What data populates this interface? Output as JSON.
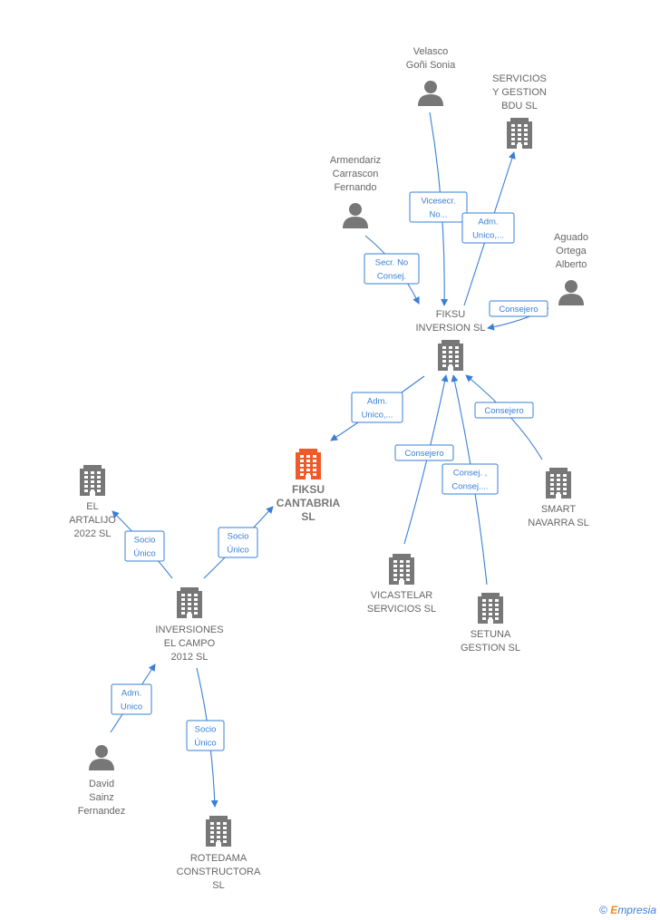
{
  "nodes": [
    {
      "id": "velasco",
      "type": "person",
      "label": [
        "Velasco",
        "Goñi Sonia"
      ]
    },
    {
      "id": "servicios",
      "type": "company",
      "label": [
        "SERVICIOS",
        "Y GESTION",
        "BDU  SL"
      ]
    },
    {
      "id": "armendariz",
      "type": "person",
      "label": [
        "Armendariz",
        "Carrascon",
        "Fernando"
      ]
    },
    {
      "id": "aguado",
      "type": "person",
      "label": [
        "Aguado",
        "Ortega",
        "Alberto"
      ]
    },
    {
      "id": "fiksu_inv",
      "type": "company",
      "label": [
        "FIKSU",
        "INVERSION  SL"
      ]
    },
    {
      "id": "fiksu_cant",
      "type": "company",
      "focus": true,
      "label": [
        "FIKSU",
        "CANTABRIA",
        "SL"
      ]
    },
    {
      "id": "el_artalijo",
      "type": "company",
      "label": [
        "EL",
        "ARTALIJO",
        "2022  SL"
      ]
    },
    {
      "id": "smart",
      "type": "company",
      "label": [
        "SMART",
        "NAVARRA SL"
      ]
    },
    {
      "id": "vicastelar",
      "type": "company",
      "label": [
        "VICASTELAR",
        "SERVICIOS SL"
      ]
    },
    {
      "id": "setuna",
      "type": "company",
      "label": [
        "SETUNA",
        "GESTION SL"
      ]
    },
    {
      "id": "inversiones",
      "type": "company",
      "label": [
        "INVERSIONES",
        "EL CAMPO",
        "2012 SL"
      ]
    },
    {
      "id": "david",
      "type": "person",
      "label": [
        "David",
        "Sainz",
        "Fernandez"
      ]
    },
    {
      "id": "rotedama",
      "type": "company",
      "label": [
        "ROTEDAMA",
        "CONSTRUCTORA",
        "SL"
      ]
    }
  ],
  "edges": [
    {
      "id": "e1",
      "label": [
        "Vicesecr.",
        "No..."
      ]
    },
    {
      "id": "e2",
      "label": [
        "Adm.",
        "Unico,..."
      ]
    },
    {
      "id": "e3",
      "label": [
        "Secr.  No",
        "Consej."
      ]
    },
    {
      "id": "e4",
      "label": [
        "Consejero"
      ]
    },
    {
      "id": "e5",
      "label": [
        "Adm.",
        "Unico,..."
      ]
    },
    {
      "id": "e6",
      "label": [
        "Consejero"
      ]
    },
    {
      "id": "e7",
      "label": [
        "Consejero"
      ]
    },
    {
      "id": "e8",
      "label": [
        "Consej. ,",
        "Consej...."
      ]
    },
    {
      "id": "e9",
      "label": [
        "Socio",
        "Único"
      ]
    },
    {
      "id": "e10",
      "label": [
        "Socio",
        "Único"
      ]
    },
    {
      "id": "e11",
      "label": [
        "Adm.",
        "Unico"
      ]
    },
    {
      "id": "e12",
      "label": [
        "Socio",
        "Único"
      ]
    }
  ],
  "colors": {
    "edge": "#3a7fd5",
    "icon": "#777777",
    "focus_icon": "#f05a28",
    "text": "#666666"
  },
  "footer": {
    "copyright": "©",
    "brand_first": "E",
    "brand_rest": "mpresia"
  }
}
